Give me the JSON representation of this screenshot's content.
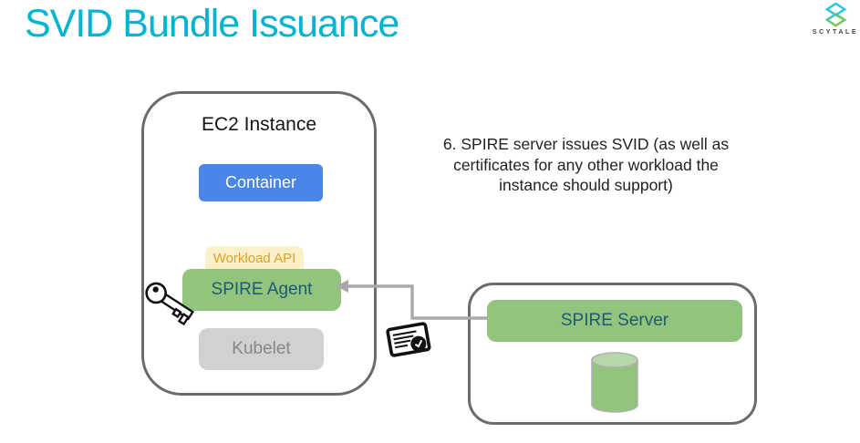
{
  "page": {
    "title": "SVID Bundle Issuance"
  },
  "brand": {
    "name": "SCYTALE"
  },
  "diagram": {
    "ec2": {
      "title": "EC2 Instance",
      "container": "Container",
      "workload_api": "Workload API",
      "spire_agent": "SPIRE Agent",
      "kubelet": "Kubelet"
    },
    "server": {
      "spire_server": "SPIRE Server"
    },
    "annotation_lines": {
      "0": "6. SPIRE server issues SVID (as well as",
      "1": "certificates for any other workload the",
      "2": "instance should support)"
    },
    "icons": {
      "key": "key-icon",
      "certificate": "certificate-icon",
      "database": "database-cylinder-icon",
      "logo": "scytale-logo-icon",
      "arrow": "left-arrow-connector"
    },
    "colors": {
      "title_cyan": "#00b4d2",
      "container_blue": "#4a86e8",
      "node_green": "#93c47d",
      "node_green_text": "#1e5a73",
      "workload_api_bg": "#fcf0c9",
      "workload_api_text": "#dba32a",
      "kubelet_bg": "#d1d1d1",
      "kubelet_text": "#85878c",
      "outline_gray": "#6b6b6b",
      "arrow_gray": "#a9a9a9",
      "cylinder_top_green": "#b6d7a8"
    }
  }
}
